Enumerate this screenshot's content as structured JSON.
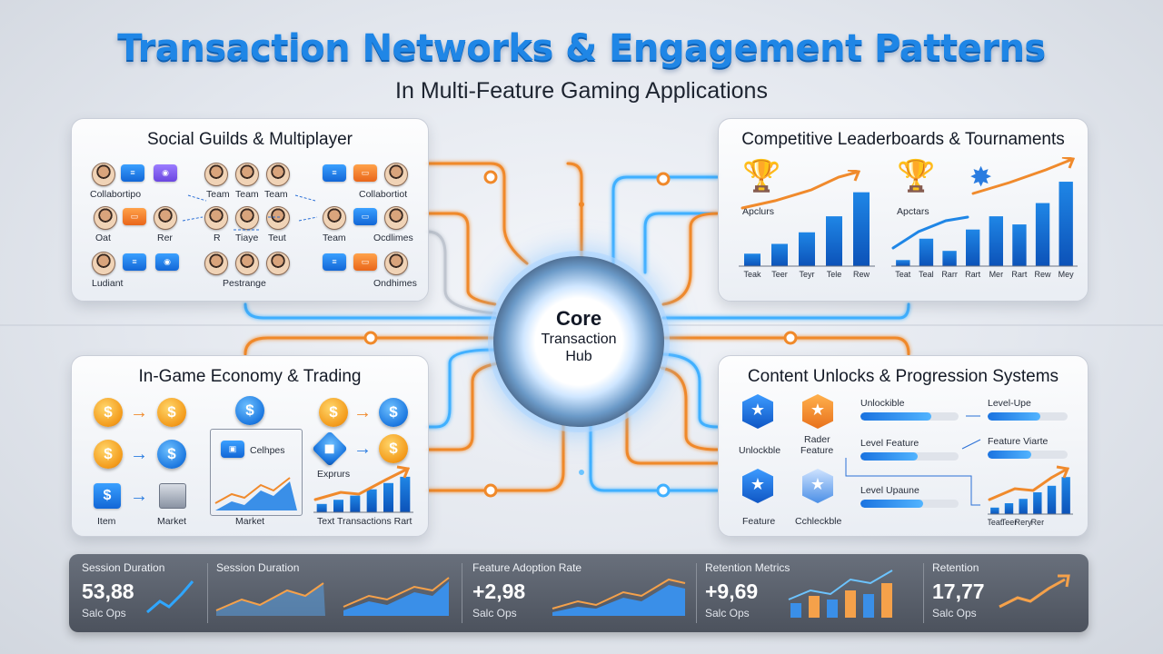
{
  "header": {
    "title": "Transaction Networks & Engagement Patterns",
    "subtitle": "In Multi-Feature Gaming Applications"
  },
  "hub": {
    "line1": "Core",
    "line2": "Transaction",
    "line3": "Hub"
  },
  "colors": {
    "accent_blue": "#1f86e6",
    "accent_orange": "#f08a2c",
    "glow": "#6cc4ff"
  },
  "social": {
    "title": "Social Guilds & Multiplayer",
    "labels": [
      "Collabortipo",
      "Team",
      "Team",
      "Team",
      "Collabortiot",
      "Oat",
      "Rer",
      "R",
      "Tiaye",
      "Teut",
      "Team",
      "Ocdlimes",
      "Ludiant",
      "Pestrange",
      "Ondhimes"
    ]
  },
  "competitive": {
    "title": "Competitive Leaderboards & Tournaments",
    "left_label": "Apclurs",
    "right_label": "Apctars",
    "left_ticks": [
      "Teak",
      "Teer",
      "Teyr",
      "Tele",
      "Rew"
    ],
    "right_ticks": [
      "Teat",
      "Teal",
      "Rarr",
      "Rart",
      "Mer",
      "Rart",
      "Rew",
      "Mey"
    ]
  },
  "economy": {
    "title": "In-Game Economy & Trading",
    "labels": [
      "Celhpes",
      "Exprurs",
      "Item",
      "Market",
      "Market",
      "Text Transactions Rart"
    ]
  },
  "content": {
    "title": "Content Unlocks & Progression Systems",
    "badge_labels": [
      "Unlockble",
      "Rader",
      "Feature",
      "Feature",
      "Cchleckble"
    ],
    "progress": [
      {
        "label": "Unlockible",
        "value": 0.72
      },
      {
        "label": "Level Feature",
        "value": 0.58
      },
      {
        "label": "Level Upaune",
        "value": 0.64
      }
    ],
    "side_progress": [
      {
        "label": "Level-Upe",
        "value": 0.66
      },
      {
        "label": "Feature Viarte",
        "value": 0.55
      }
    ],
    "chart_ticks": [
      "Teat",
      "Teer",
      "Rery",
      "Rer"
    ]
  },
  "metrics": {
    "items": [
      {
        "label": "Session Duration",
        "value": "53,88",
        "unit": "Salc Ops"
      },
      {
        "label": "Session Duration",
        "value": "",
        "unit": ""
      },
      {
        "label": "Feature Adoption Rate",
        "value": "+2,98",
        "unit": "Salc Ops"
      },
      {
        "label": "Retention Metrics",
        "value": "+9,69",
        "unit": "Salc Ops"
      },
      {
        "label": "Retention",
        "value": "17,77",
        "unit": "Salc Ops"
      }
    ]
  }
}
